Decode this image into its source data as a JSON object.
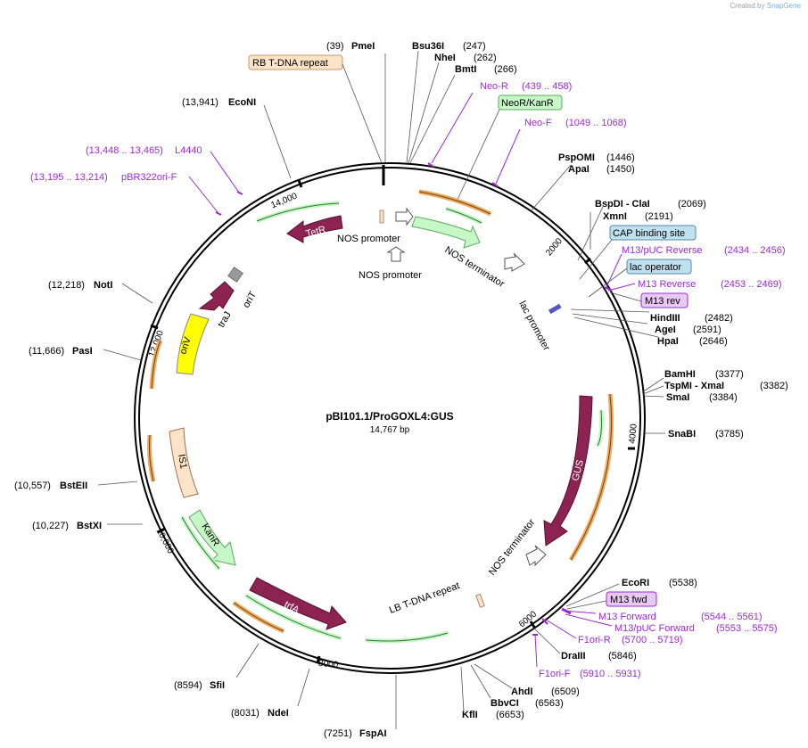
{
  "credit": {
    "prefix": "Created by",
    "brand": "SnapGene"
  },
  "plasmid": {
    "name": "pBI101.1/ProGOXL4:GUS",
    "length_label": "14,767 bp"
  },
  "colors": {
    "primer": "#9b2bd6",
    "feature_red": "#8c2352",
    "arrow_green": "#c6f7c6",
    "orf_orange": "#f0a85c",
    "oriV": "#ffff00",
    "IS1": "#fde3c8"
  },
  "ticks": [
    "2000",
    "4000",
    "6000",
    "8000",
    "10,000",
    "12,000",
    "14,000"
  ],
  "sites": [
    {
      "pos": "(39)",
      "name": "PmeI"
    },
    {
      "pos": "(247)",
      "name": "Bsu36I"
    },
    {
      "pos": "(262)",
      "name": "NheI"
    },
    {
      "pos": "(266)",
      "name": "BmtI"
    },
    {
      "pos": "(1446)",
      "name": "PspOMI"
    },
    {
      "pos": "(1450)",
      "name": "ApaI"
    },
    {
      "pos": "(2069)",
      "name": "BspDI - ClaI"
    },
    {
      "pos": "(2191)",
      "name": "XmnI"
    },
    {
      "pos": "(2482)",
      "name": "HindIII"
    },
    {
      "pos": "(2591)",
      "name": "AgeI"
    },
    {
      "pos": "(2646)",
      "name": "HpaI"
    },
    {
      "pos": "(3377)",
      "name": "BamHI"
    },
    {
      "pos": "(3382)",
      "name": "TspMI - XmaI"
    },
    {
      "pos": "(3384)",
      "name": "SmaI"
    },
    {
      "pos": "(3785)",
      "name": "SnaBI"
    },
    {
      "pos": "(5538)",
      "name": "EcoRI"
    },
    {
      "pos": "(5846)",
      "name": "DraIII"
    },
    {
      "pos": "(6509)",
      "name": "AhdI"
    },
    {
      "pos": "(6563)",
      "name": "BbvCI"
    },
    {
      "pos": "(6653)",
      "name": "KflI"
    },
    {
      "pos": "(7251)",
      "name": "FspAI"
    },
    {
      "pos": "(8031)",
      "name": "NdeI"
    },
    {
      "pos": "(8594)",
      "name": "SfiI"
    },
    {
      "pos": "(10,227)",
      "name": "BstXI"
    },
    {
      "pos": "(10,557)",
      "name": "BstEII"
    },
    {
      "pos": "(11,666)",
      "name": "PasI"
    },
    {
      "pos": "(12,218)",
      "name": "NotI"
    },
    {
      "pos": "(13,941)",
      "name": "EcoNI"
    }
  ],
  "primers": [
    {
      "name": "Neo-R",
      "range": "(439 .. 458)"
    },
    {
      "name": "Neo-F",
      "range": "(1049 .. 1068)"
    },
    {
      "name": "M13/pUC Reverse",
      "range": "(2434 .. 2456)"
    },
    {
      "name": "M13 Reverse",
      "range": "(2453 .. 2469)"
    },
    {
      "name": "M13 Forward",
      "range": "(5544 .. 5561)"
    },
    {
      "name": "M13/pUC Forward",
      "range": "(5553 .. 5575)"
    },
    {
      "name": "F1ori-R",
      "range": "(5700 .. 5719)"
    },
    {
      "name": "F1ori-F",
      "range": "(5910 .. 5931)"
    },
    {
      "name": "L4440",
      "range": "(13,448 .. 13,465)"
    },
    {
      "name": "pBR322ori-F",
      "range": "(13,195 .. 13,214)"
    }
  ],
  "boxes": [
    {
      "label": "RB T-DNA repeat"
    },
    {
      "label": "NeoR/KanR"
    },
    {
      "label": "CAP binding site"
    },
    {
      "label": "lac operator"
    },
    {
      "label": "M13 rev"
    },
    {
      "label": "M13 fwd"
    }
  ],
  "features": {
    "tetR": "TetR",
    "traJ": "traJ",
    "oriT": "oriT",
    "oriV": "oriV",
    "IS1": "IS1",
    "kanR": "KanR",
    "trfA": "trfA",
    "gus": "GUS",
    "nos_promoter_1": "NOS promoter",
    "nos_promoter_2": "NOS promoter",
    "nos_terminator_1": "NOS terminator",
    "nos_terminator_2": "NOS terminator",
    "lac_promoter": "lac promoter",
    "lb_repeat": "LB T-DNA repeat"
  }
}
